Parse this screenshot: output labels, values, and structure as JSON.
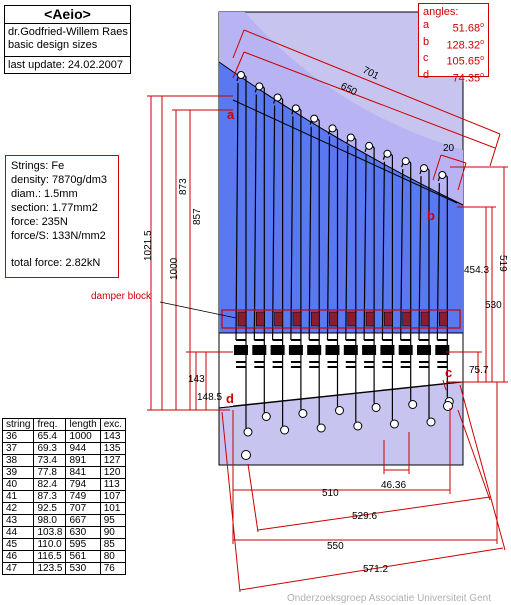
{
  "title_box": {
    "title": "<Aeio>",
    "author": "dr.Godfried-Willem Raes",
    "subtitle": "basic design sizes",
    "update": "last update: 24.02.2007"
  },
  "angles": {
    "heading": "angles:",
    "items": [
      {
        "label": "a",
        "value": "51.68",
        "unit": "o"
      },
      {
        "label": "b",
        "value": "128.32",
        "unit": "o"
      },
      {
        "label": "c",
        "value": "105.65",
        "unit": "o"
      },
      {
        "label": "d",
        "value": "74.35",
        "unit": "o"
      }
    ]
  },
  "specs": {
    "lines": [
      "Strings: Fe",
      "density: 7870g/dm3",
      "diam.: 1.5mm",
      "section: 1.77mm2",
      "force: 235N",
      "force/S: 133N/mm2",
      "",
      "total force: 2.82kN"
    ]
  },
  "table": {
    "headers": [
      "string",
      "freq.",
      "length",
      "exc."
    ],
    "rows": [
      [
        "36",
        "65.4",
        "1000",
        "143"
      ],
      [
        "37",
        "69.3",
        "944",
        "135"
      ],
      [
        "38",
        "73.4",
        "891",
        "127"
      ],
      [
        "39",
        "77.8",
        "841",
        "120"
      ],
      [
        "40",
        "82.4",
        "794",
        "113"
      ],
      [
        "41",
        "87.3",
        "749",
        "107"
      ],
      [
        "42",
        "92.5",
        "707",
        "101"
      ],
      [
        "43",
        "98.0",
        "667",
        "95"
      ],
      [
        "44",
        "103.8",
        "630",
        "90"
      ],
      [
        "45",
        "110.0",
        "595",
        "85"
      ],
      [
        "46",
        "116.5",
        "561",
        "80"
      ],
      [
        "47",
        "123.5",
        "530",
        "76"
      ]
    ]
  },
  "diagram": {
    "damper_label": "damper block",
    "points": {
      "a": "a",
      "b": "b",
      "c": "c",
      "d": "d"
    },
    "dims": {
      "d701": "701",
      "d650": "650",
      "d20": "20",
      "d873": "873",
      "d857": "857",
      "d1021": "1021.5",
      "d1000": "1000",
      "d143": "143",
      "d148": "148.5",
      "d519": "519",
      "d454": "454.3",
      "d530": "530",
      "d75": "75.7",
      "d46": "46.36",
      "d510": "510",
      "d529": "529.6",
      "d550": "550",
      "d571": "571.2"
    },
    "string_count": 12
  },
  "footer": "Onderzoeksgroep Associatie Universiteit Gent",
  "colors": {
    "dim_red": "#cc0000",
    "deep_blue": "#5a78f0",
    "light_lavender": "#c8c4f0",
    "mid_lavender": "#b8b4f4",
    "damper_fill": "#8a1c2e",
    "footer_grey": "#b0b0b0"
  }
}
